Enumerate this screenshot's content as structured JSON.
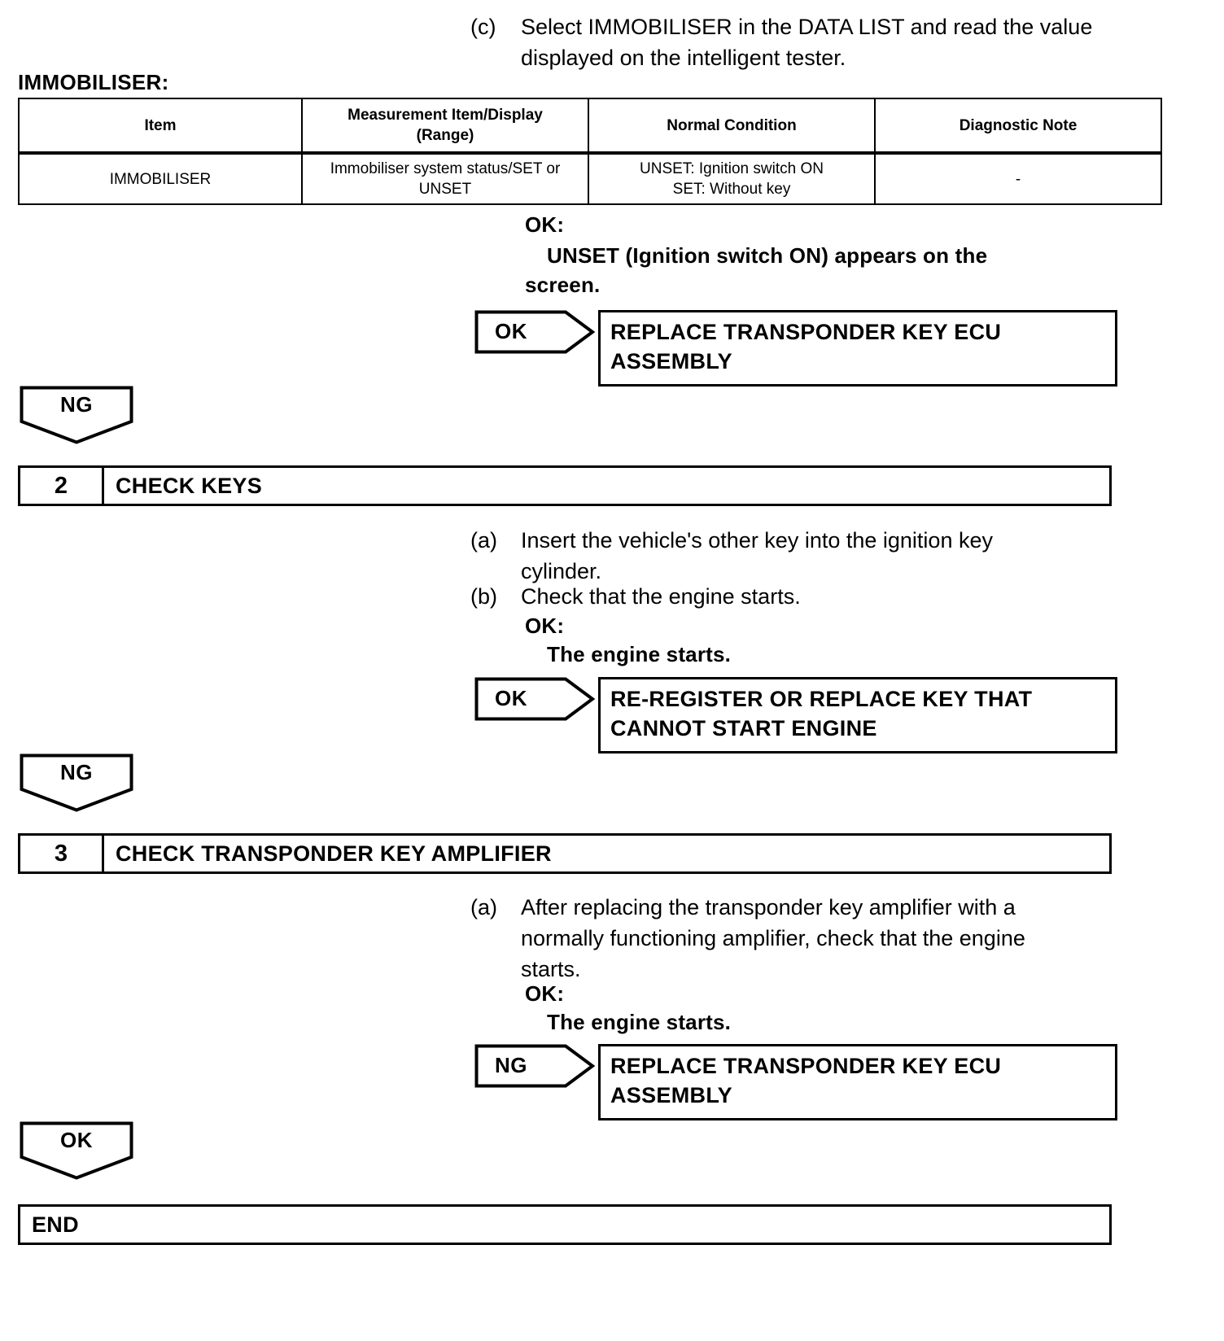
{
  "intro_step": {
    "marker": "(c)",
    "text": "Select IMMOBILISER in the DATA LIST and read the value displayed on the intelligent tester."
  },
  "table": {
    "caption": "IMMOBILISER:",
    "headers": [
      "Item",
      "Measurement Item/Display\n(Range)",
      "Normal Condition",
      "Diagnostic Note"
    ],
    "header_line1": "Measurement Item/Display",
    "header_line2": "(Range)",
    "rows": [
      {
        "item": "IMMOBILISER",
        "measurement_line1": "Immobiliser system status/SET or",
        "measurement_line2": "UNSET",
        "normal_line1": "UNSET: Ignition switch ON",
        "normal_line2": "SET: Without key",
        "note": "-"
      }
    ]
  },
  "step1_result": {
    "ok_label": "OK:",
    "ok_value_line1": "UNSET (Ignition switch ON) appears on the",
    "ok_value_line2": "screen.",
    "arrow_label": "OK",
    "box_line1": "REPLACE TRANSPONDER KEY ECU",
    "box_line2": "ASSEMBLY",
    "judge_down": "NG"
  },
  "step2": {
    "number": "2",
    "title": "CHECK KEYS",
    "instructions": [
      {
        "marker": "(a)",
        "text": "Insert the vehicle's other key into the ignition key cylinder."
      },
      {
        "marker": "(b)",
        "text": "Check that the engine starts."
      }
    ],
    "ok_label": "OK:",
    "ok_value": "The engine starts.",
    "arrow_label": "OK",
    "box_line1": "RE-REGISTER OR REPLACE KEY THAT",
    "box_line2": "CANNOT START ENGINE",
    "judge_down": "NG"
  },
  "step3": {
    "number": "3",
    "title": "CHECK TRANSPONDER KEY AMPLIFIER",
    "instructions": [
      {
        "marker": "(a)",
        "text": "After replacing the transponder key amplifier with a normally functioning amplifier, check that the engine starts."
      }
    ],
    "ok_label": "OK:",
    "ok_value": "The engine starts.",
    "arrow_label": "NG",
    "box_line1": "REPLACE TRANSPONDER KEY ECU",
    "box_line2": "ASSEMBLY",
    "judge_down": "OK"
  },
  "end": {
    "label": "END"
  },
  "colors": {
    "ink": "#000000",
    "paper": "#ffffff"
  }
}
